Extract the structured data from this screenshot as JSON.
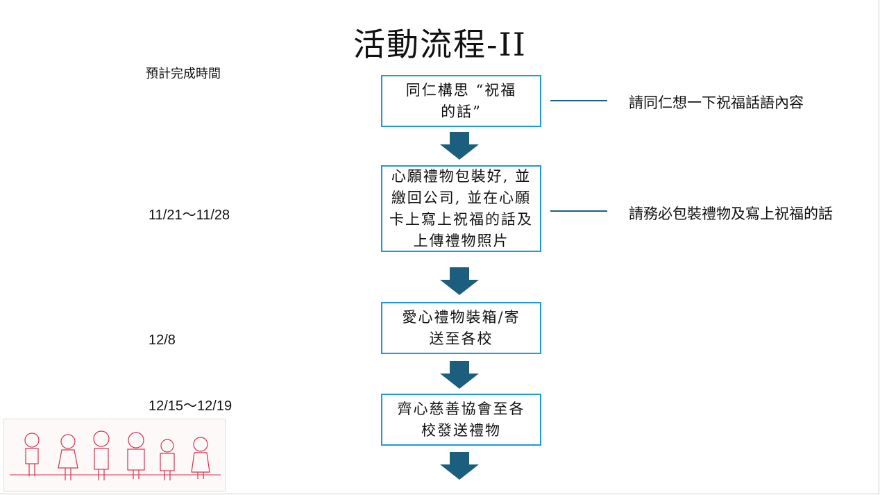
{
  "title": "活動流程-II",
  "subhead": "預計完成時間",
  "dates": [
    "11/21～11/28",
    "12/8",
    "12/15～12/19"
  ],
  "steps": [
    {
      "lines": [
        "同仁構思 “祝福",
        "的話”"
      ]
    },
    {
      "lines": [
        "心願禮物包裝好, 並",
        "繳回公司, 並在心願",
        "卡上寫上祝福的話及",
        "上傳禮物照片"
      ]
    },
    {
      "lines": [
        "愛心禮物裝箱/寄",
        "送至各校"
      ]
    },
    {
      "lines": [
        "齊心慈善協會至各",
        "校發送禮物"
      ]
    }
  ],
  "notes": [
    "請同仁想一下祝福話語內容",
    "請務必包裝禮物及寫上祝福的話"
  ],
  "colors": {
    "box_border": "#1e9ad6",
    "arrow": "#1b5e7e",
    "illustration": "#d9304f"
  }
}
